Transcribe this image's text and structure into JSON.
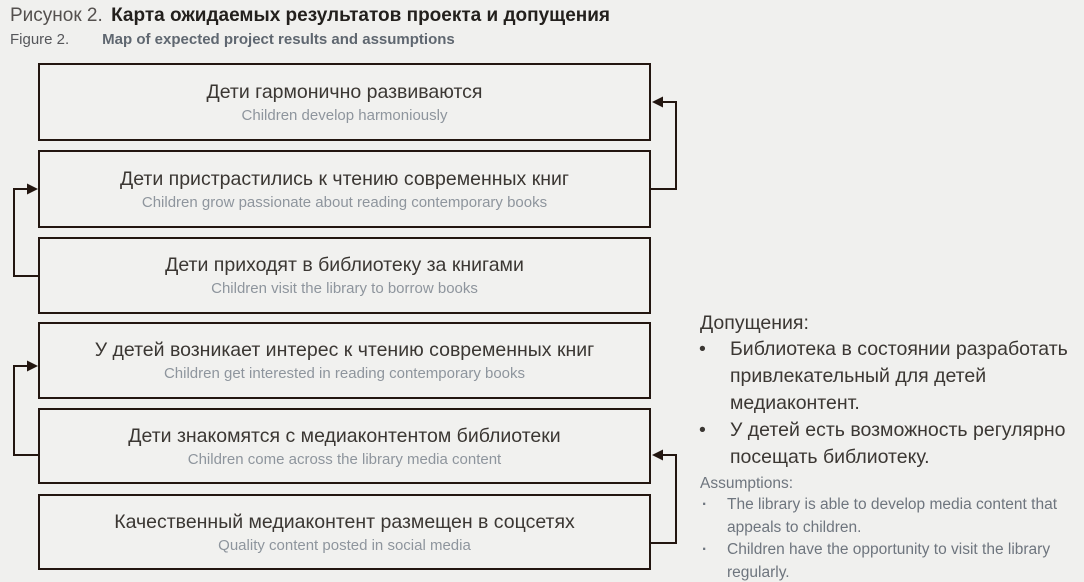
{
  "figure": {
    "label_ru": "Рисунок 2.",
    "title_ru": "Карта ожидаемых результатов проекта и допущения",
    "label_en": "Figure 2.",
    "title_en": "Map of expected project results and assumptions"
  },
  "boxes": [
    {
      "ru": "Дети гармонично развиваются",
      "en": "Children develop harmoniously"
    },
    {
      "ru": "Дети пристрастились к чтению современных книг",
      "en": "Children grow passionate about reading contemporary books"
    },
    {
      "ru": "Дети приходят в библиотеку за книгами",
      "en": "Children visit the library to borrow books"
    },
    {
      "ru": "У детей возникает интерес к чтению современных книг",
      "en": "Children get interested in reading contemporary books"
    },
    {
      "ru": "Дети знакомятся с медиаконтентом библиотеки",
      "en": "Children come across the library media content"
    },
    {
      "ru": "Качественный медиаконтент размещен в соцсетях",
      "en": "Quality content posted in social media"
    }
  ],
  "assumptions": {
    "heading_ru": "Допущения:",
    "items_ru": [
      "Библиотека в состоянии разработать привлекательный для детей медиаконтент.",
      "У детей есть возможность регулярно посещать библиотеку."
    ],
    "heading_en": "Assumptions:",
    "items_en": [
      "The library is able to develop media content that appeals to children.",
      "Children have the opportunity to visit the library regularly."
    ]
  },
  "colors": {
    "background": "#f0f0ee",
    "box_fill": "#f1f1ef",
    "box_border": "#231610",
    "connector": "#231610",
    "text_dark": "#3b3733",
    "text_muted_box": "#8e959d",
    "text_muted_assumptions": "#6e757e",
    "title_bold": "#23201d"
  }
}
